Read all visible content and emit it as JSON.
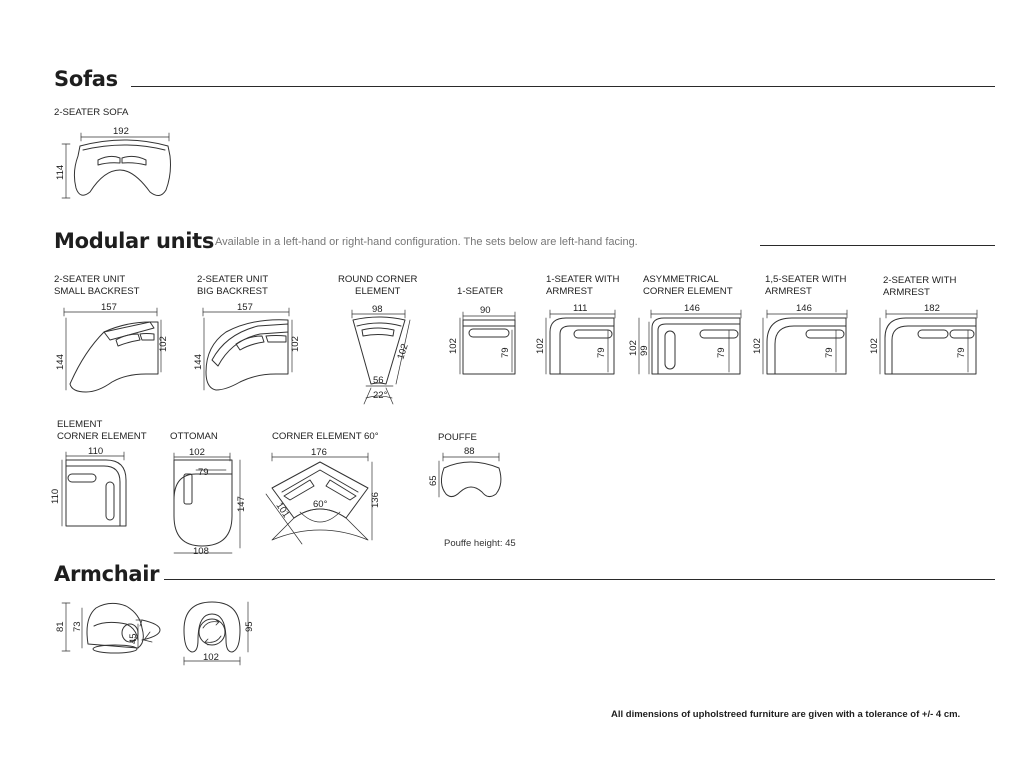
{
  "sections": {
    "sofas": {
      "title": "Sofas"
    },
    "modular": {
      "title": "Modular units",
      "note": "Available in a left-hand or right-hand configuration. The sets below are left-hand facing."
    },
    "armchair": {
      "title": "Armchair"
    }
  },
  "items": {
    "sofa2": {
      "label1": "2-SEATER SOFA",
      "w": "192",
      "h": "114"
    },
    "unitSmall": {
      "label1": "2-SEATER UNIT",
      "label2": "SMALL BACKREST",
      "w": "157",
      "h1": "144",
      "h2": "102"
    },
    "unitBig": {
      "label1": "2-SEATER UNIT",
      "label2": "BIG BACKREST",
      "w": "157",
      "h1": "144",
      "h2": "102"
    },
    "roundCorner": {
      "label1": "ROUND CORNER",
      "label2": "ELEMENT",
      "w": "98",
      "side": "102",
      "inner": "56",
      "angle": "22°"
    },
    "seater1": {
      "label1": "1-SEATER",
      "w": "90",
      "h1": "102",
      "h2": "79"
    },
    "seater1Arm": {
      "label1": "1-SEATER WITH",
      "label2": "ARMREST",
      "w": "111",
      "h1": "102",
      "h2": "79"
    },
    "asymCorner": {
      "label1": "ASYMMETRICAL",
      "label2": "CORNER ELEMENT",
      "w": "146",
      "h1": "102",
      "h1b": "99",
      "h2": "79"
    },
    "seater15": {
      "label1": "1,5-SEATER WITH",
      "label2": "ARMREST",
      "w": "146",
      "h1": "102",
      "h2": "79"
    },
    "seater2Arm": {
      "label1": "2-SEATER WITH",
      "label2": "ARMREST",
      "w": "182",
      "h1": "102",
      "h2": "79"
    },
    "elementCorner": {
      "label1": "ELEMENT",
      "label2": "CORNER ELEMENT",
      "w": "110",
      "h": "110"
    },
    "ottoman": {
      "label1": "OTTOMAN",
      "w": "102",
      "inner": "79",
      "h": "147",
      "bottom": "108"
    },
    "corner60": {
      "label1": "CORNER ELEMENT 60°",
      "w": "176",
      "h": "136",
      "side": "101",
      "angle": "60°"
    },
    "pouffe": {
      "label1": "POUFFE",
      "w": "88",
      "h": "65",
      "note": "Pouffe height: 45"
    },
    "armSide": {
      "h1": "81",
      "h2": "73",
      "h3": "45"
    },
    "armTop": {
      "w": "102",
      "h": "95"
    }
  },
  "footer": {
    "text": "All dimensions of upholstreed furniture are given with a tolerance of +/- 4 cm."
  }
}
